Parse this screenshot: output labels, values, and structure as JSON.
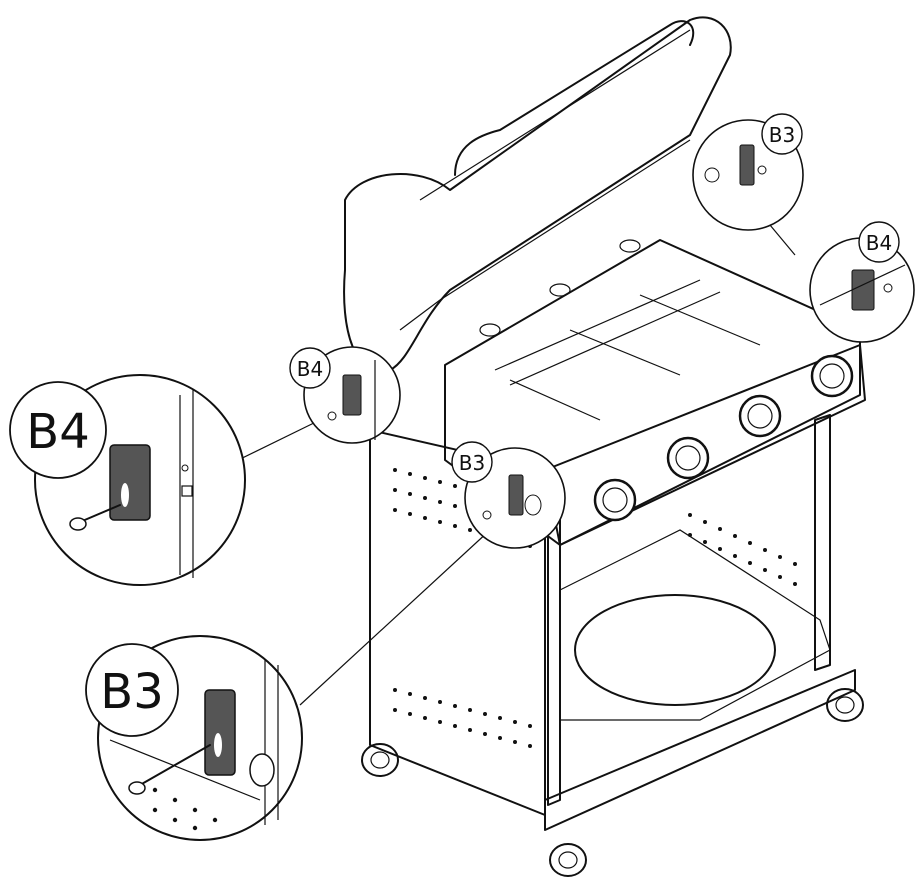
{
  "callouts": {
    "large_b4": "B4",
    "large_b3": "B3",
    "small_b3_top": "B3",
    "small_b4_right": "B4",
    "small_b4_left": "B4",
    "small_b3_front": "B3"
  },
  "colors": {
    "line": "#111111",
    "fill": "#ffffff",
    "bracket": "#555555"
  }
}
